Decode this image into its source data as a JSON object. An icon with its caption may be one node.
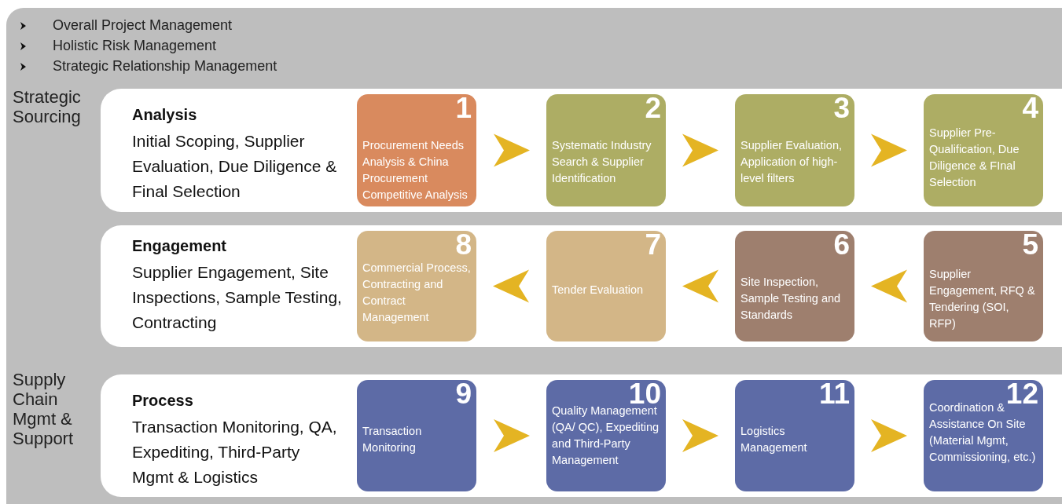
{
  "diagram": {
    "nodes": [
      {
        "text": [
          "Analysis",
          "Initial Scoping, Supplier Evaluation, Due Diligence & Final Selection"
        ]
      },
      {
        "text": [
          "1",
          "Procurement Needs Analysis & China Procurement Competitive Analysis"
        ],
        "in": 0
      },
      {
        "text": [
          "2",
          "Systematic Industry Search & Supplier Identification"
        ],
        "in": 0
      },
      {
        "text": [
          "3",
          "Supplier Evaluation, Application of high-level filters"
        ],
        "in": 0
      },
      {
        "text": [
          "4",
          "Supplier Pre-Qualification, Due Diligence & FInal Selection"
        ],
        "in": 0
      },
      {
        "text": [
          "Engagement",
          "Supplier Engagement, Site Inspections, Sample Testing, Contracting"
        ]
      },
      {
        "text": [
          "8",
          "Commercial Process, Contracting and Contract Management"
        ],
        "in": 5
      },
      {
        "text": [
          "7",
          "Tender Evaluation"
        ],
        "in": 5
      },
      {
        "text": [
          "6",
          "Site Inspection, Sample Testing and Standards"
        ],
        "in": 5
      },
      {
        "text": [
          "5",
          "Supplier Engagement, RFQ & Tendering (SOI, RFP)"
        ],
        "in": 5
      },
      {
        "text": [
          "Process",
          "Transaction Monitoring, QA, Expediting, Third-Party Mgmt & Logistics"
        ]
      },
      {
        "text": [
          "9",
          "Transaction Monitoring"
        ],
        "in": 10
      },
      {
        "text": [
          "10",
          "Quality Management (QA/ QC), Expediting and Third-Party Management"
        ],
        "in": 10
      },
      {
        "text": [
          "11",
          "Logistics Management"
        ],
        "in": 10
      },
      {
        "text": [
          "12",
          "Coordination & Assistance On Site (Material Mgmt, Commissioning, etc.)"
        ],
        "in": 10
      }
    ],
    "edges": [
      {
        "from": 1,
        "to": 2,
        "arrow": "to"
      },
      {
        "from": 2,
        "to": 3,
        "arrow": "to"
      },
      {
        "from": 3,
        "to": 4,
        "arrow": "to"
      },
      {
        "from": 9,
        "to": 8,
        "arrow": "to"
      },
      {
        "from": 8,
        "to": 7,
        "arrow": "to"
      },
      {
        "from": 7,
        "to": 6,
        "arrow": "to"
      },
      {
        "from": 11,
        "to": 12,
        "arrow": "to"
      },
      {
        "from": 12,
        "to": 13,
        "arrow": "to"
      },
      {
        "from": 13,
        "to": 14,
        "arrow": "to"
      }
    ],
    "labels": [
      "Overall Project Management",
      "Holistic Risk Management",
      "Strategic Relationship Management",
      "Strategic Sourcing",
      "Supply Chain Mgmt & Support"
    ]
  }
}
